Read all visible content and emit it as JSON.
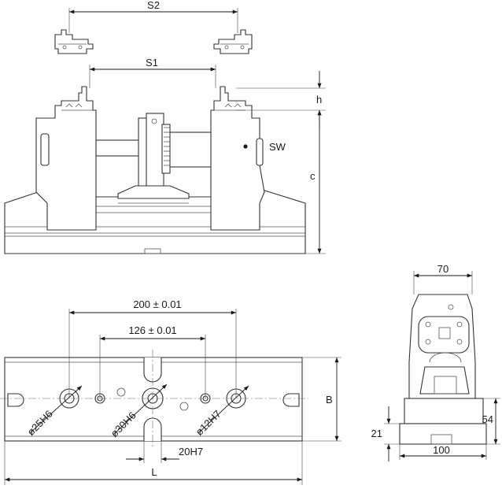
{
  "dimensions": {
    "s2": "S2",
    "s1": "S1",
    "h": "h",
    "c": "c",
    "sw": "SW",
    "width_70": "70",
    "pitch_200": "200 ± 0.01",
    "pitch_126": "126 ± 0.01",
    "dia_25": "ø25H6",
    "dia_30": "ø30H6",
    "dia_12": "ø12H7",
    "slot_20": "20H7",
    "length": "L",
    "width_b": "B",
    "height_21": "21",
    "height_54": "54",
    "width_100": "100"
  }
}
